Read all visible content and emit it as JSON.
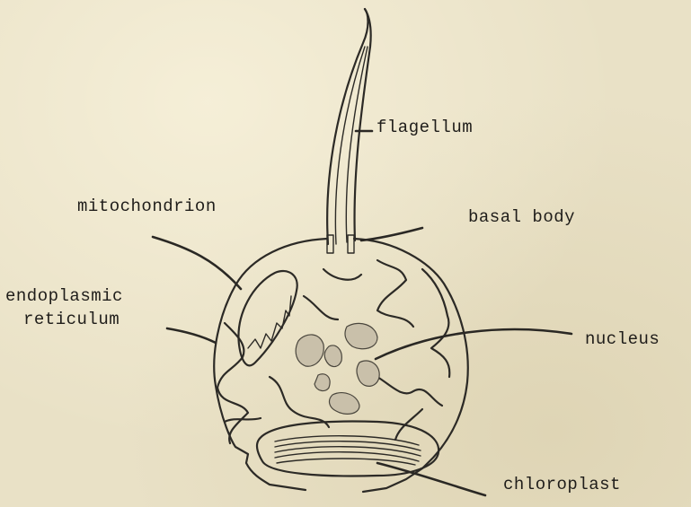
{
  "labels": {
    "flagellum": "flagellum",
    "mitochondrion": "mitochondrion",
    "basal_body": "basal body",
    "er_line1": "endoplasmic",
    "er_line2": "reticulum",
    "nucleus": "nucleus",
    "chloroplast": "chloroplast"
  }
}
